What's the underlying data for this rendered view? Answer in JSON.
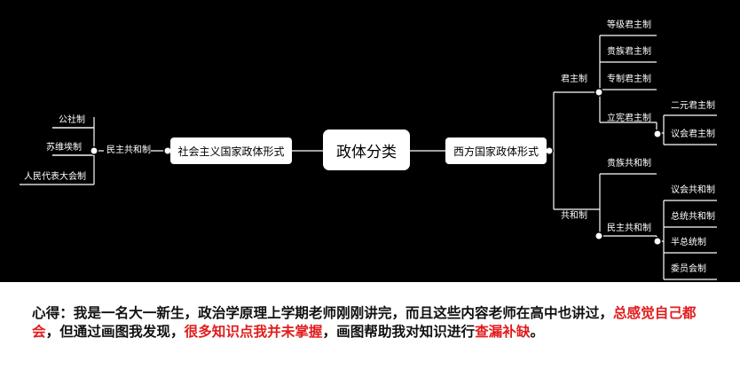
{
  "accent_color": "#e11d1d",
  "mindmap": {
    "root": "政体分类",
    "left_branch": {
      "label": "社会主义国家政体形式",
      "child": {
        "label": "民主共和制",
        "leaves": [
          "公社制",
          "苏维埃制",
          "人民代表大会制"
        ]
      }
    },
    "right_branch": {
      "label": "西方国家政体形式",
      "monarchy": {
        "label": "君主制",
        "children": [
          "等级君主制",
          "贵族君主制",
          "专制君主制",
          "立宪君主制"
        ],
        "constitutional_children": [
          "二元君主制",
          "议会君主制"
        ]
      },
      "republic": {
        "label": "共和制",
        "aristocratic": "贵族共和制",
        "democratic": {
          "label": "民主共和制",
          "children": [
            "议会共和制",
            "总统共和制",
            "半总统制",
            "委员会制"
          ]
        }
      }
    }
  },
  "note": {
    "prefix": "心得：我是一名大一新生，政治学原理上学期老师刚刚讲完，而且这些内容老师在高中也讲过，",
    "highlight1": "总感觉自己都会",
    "middle": "，但通过画图我发现，",
    "highlight2": "很多知识点我并未掌握",
    "suffix": "，画图帮助我对知识进行",
    "highlight3": "查漏补缺",
    "end": "。"
  }
}
